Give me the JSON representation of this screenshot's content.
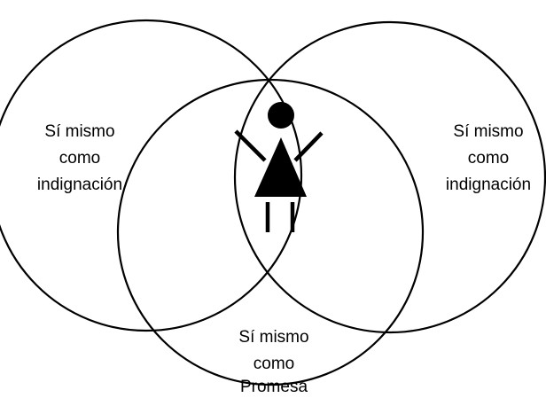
{
  "diagram": {
    "circles": [
      {
        "name": "left",
        "label_lines": [
          "Sí mismo",
          "como",
          "indignación"
        ]
      },
      {
        "name": "right",
        "label_lines": [
          "Sí mismo",
          "como",
          "indignación"
        ]
      },
      {
        "name": "bottom",
        "label_lines": [
          "Sí mismo",
          "como",
          "Promesa"
        ]
      }
    ],
    "center_icon": "person-arms-raised-icon",
    "colors": {
      "stroke": "#000000",
      "background": "#ffffff"
    }
  }
}
